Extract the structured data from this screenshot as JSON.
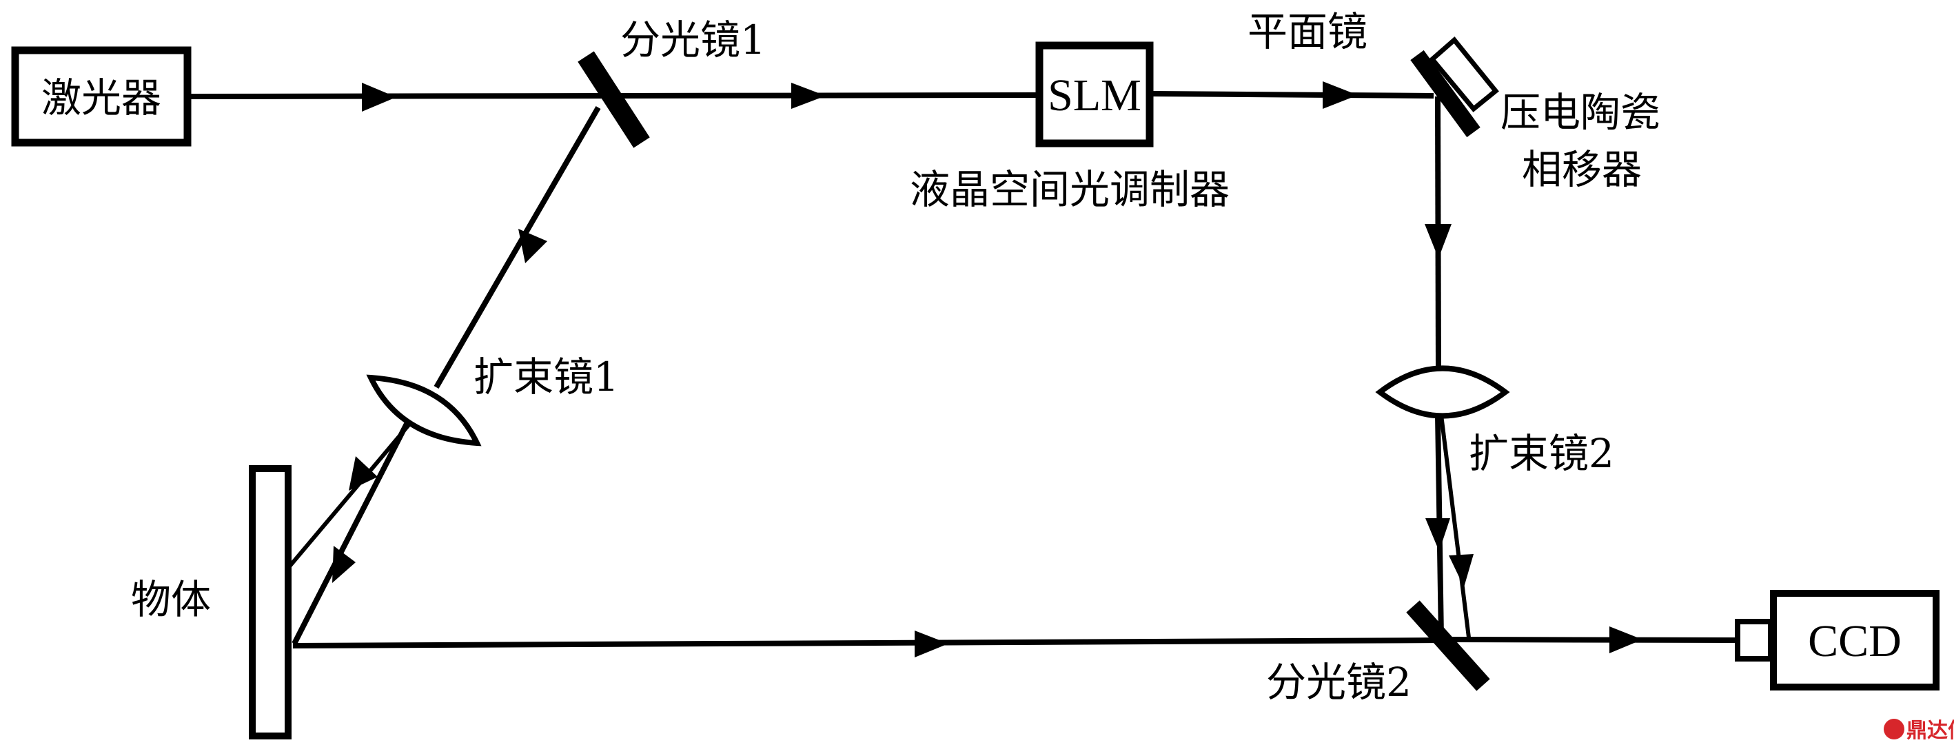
{
  "labels": {
    "laser": "激光器",
    "beam_splitter_1": "分光镜1",
    "slm": "SLM",
    "slm_caption": "液晶空间光调制器",
    "plane_mirror": "平面镜",
    "piezo_line1": "压电陶瓷",
    "piezo_line2": "相移器",
    "beam_expander_1": "扩束镜1",
    "beam_expander_2": "扩束镜2",
    "object": "物体",
    "beam_splitter_2": "分光镜2",
    "ccd": "CCD"
  },
  "watermark": "鼎达信",
  "colors": {
    "line": "#000000",
    "watermark": "#d7262b"
  }
}
